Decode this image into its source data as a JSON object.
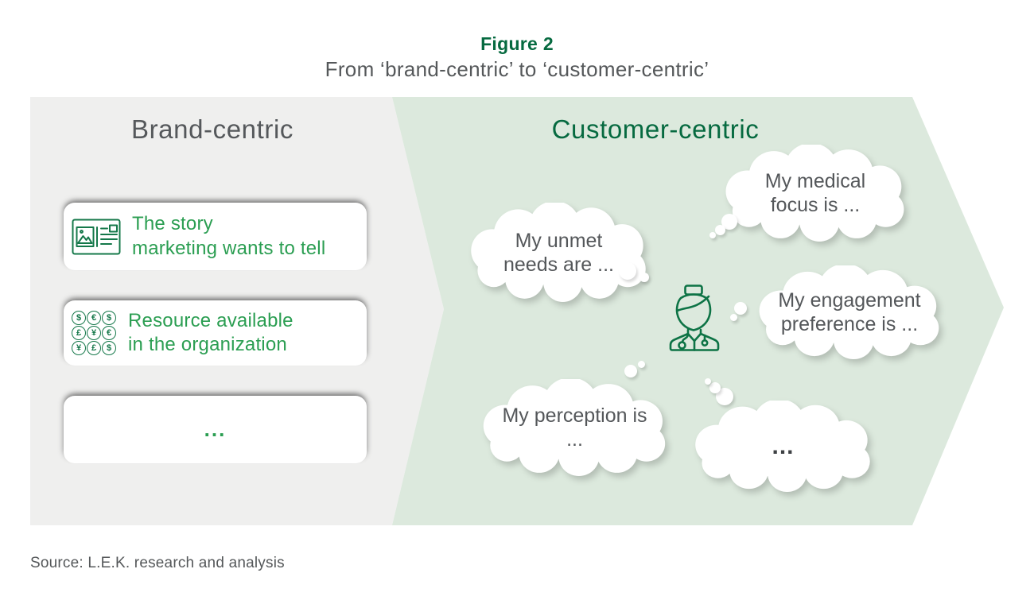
{
  "figure": {
    "label": "Figure 2",
    "title": "From ‘brand-centric’ to ‘customer-centric’"
  },
  "brand_section": {
    "heading": "Brand-centric",
    "items": [
      {
        "icon": "news-article-icon",
        "lines": [
          "The story",
          "marketing wants to tell"
        ]
      },
      {
        "icon": "currency-coins-icon",
        "lines": [
          "Resource available",
          "in the organization"
        ],
        "coin_symbols": [
          [
            "$",
            "€",
            "$"
          ],
          [
            "£",
            "¥",
            "€"
          ],
          [
            "¥",
            "£",
            "$"
          ]
        ]
      },
      {
        "icon": "",
        "lines": [
          "..."
        ]
      }
    ]
  },
  "customer_section": {
    "heading": "Customer-centric",
    "persona_icon": "doctor-icon",
    "thoughts": [
      {
        "text": "My unmet needs are ..."
      },
      {
        "text": "My medical focus is ..."
      },
      {
        "text": "My engagement preference is ..."
      },
      {
        "text": "My perception is ..."
      },
      {
        "text": "..."
      }
    ]
  },
  "source": "Source: L.E.K. research and analysis",
  "colors": {
    "dark_green": "#066a40",
    "medium_green": "#2b9e52",
    "icon_green": "#15784a",
    "light_green_bg": "#dce9dd",
    "gray_bg": "#efefee",
    "gray_text": "#55585a"
  }
}
